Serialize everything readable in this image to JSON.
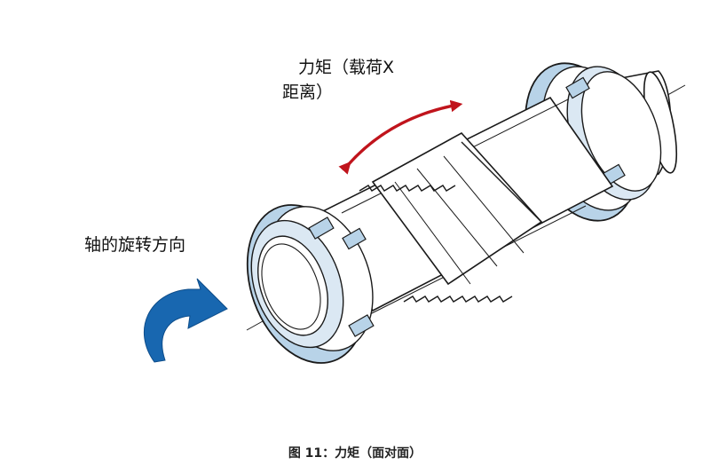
{
  "labels": {
    "torque_line1": "力矩（载荷X",
    "torque_line2": "距离）",
    "rotation_direction": "轴的旋转方向"
  },
  "caption": {
    "prefix": "图 11：力矩",
    "suffix": "（面对面）"
  },
  "colors": {
    "bearing_fill": "#b8d3e8",
    "outline": "#1a1a1a",
    "torque_arrow": "#c0141c",
    "rotation_arrow": "#1867b0"
  }
}
